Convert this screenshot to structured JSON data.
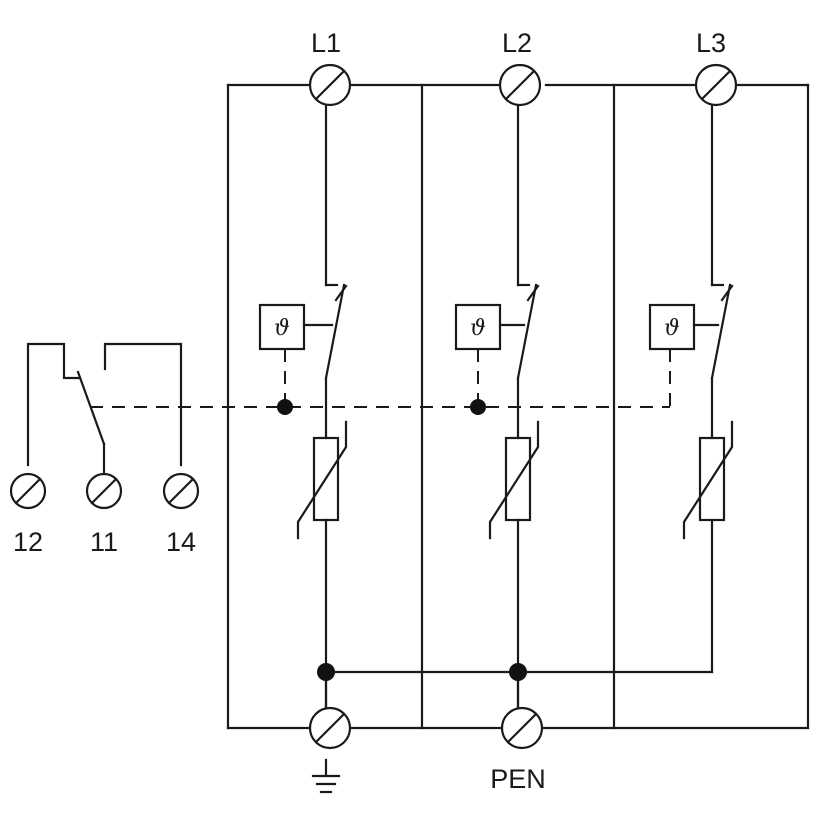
{
  "terminals": {
    "top": [
      "L1",
      "L2",
      "L3"
    ],
    "bottom_right": "PEN",
    "contacts": [
      "12",
      "11",
      "14"
    ]
  },
  "thermal_symbol": "ϑ",
  "colors": {
    "line": "#1a1a1a",
    "background": "#ffffff"
  }
}
